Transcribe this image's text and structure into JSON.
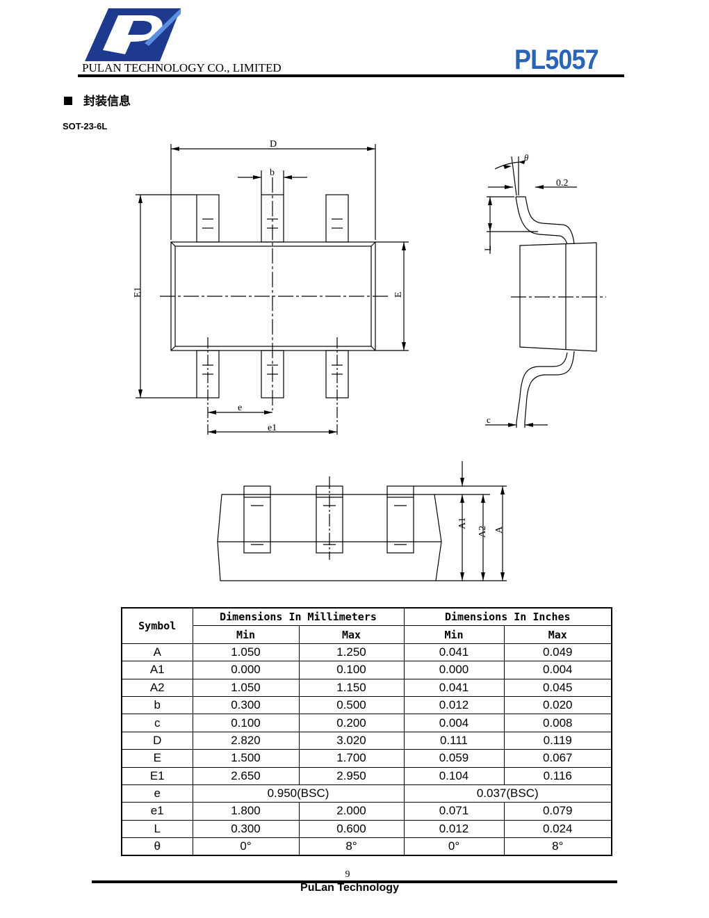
{
  "header": {
    "company": "PULAN TECHNOLOGY CO., LIMITED",
    "part_number": "PL5057"
  },
  "section": {
    "title": "封装信息",
    "package": "SOT-23-6L"
  },
  "drawing_labels": {
    "D": "D",
    "b": "b",
    "E1": "E1",
    "E": "E",
    "e": "e",
    "e1": "e1",
    "theta": "θ",
    "gauge": "0.2",
    "L": "L",
    "c": "c",
    "A1": "A1",
    "A2": "A2",
    "A": "A"
  },
  "table": {
    "symbol_header": "Symbol",
    "mm_header": "Dimensions In Millimeters",
    "in_header": "Dimensions In Inches",
    "min": "Min",
    "max": "Max",
    "rows": [
      {
        "sym": "A",
        "mm_min": "1.050",
        "mm_max": "1.250",
        "in_min": "0.041",
        "in_max": "0.049"
      },
      {
        "sym": "A1",
        "mm_min": "0.000",
        "mm_max": "0.100",
        "in_min": "0.000",
        "in_max": "0.004"
      },
      {
        "sym": "A2",
        "mm_min": "1.050",
        "mm_max": "1.150",
        "in_min": "0.041",
        "in_max": "0.045"
      },
      {
        "sym": "b",
        "mm_min": "0.300",
        "mm_max": "0.500",
        "in_min": "0.012",
        "in_max": "0.020"
      },
      {
        "sym": "c",
        "mm_min": "0.100",
        "mm_max": "0.200",
        "in_min": "0.004",
        "in_max": "0.008"
      },
      {
        "sym": "D",
        "mm_min": "2.820",
        "mm_max": "3.020",
        "in_min": "0.111",
        "in_max": "0.119"
      },
      {
        "sym": "E",
        "mm_min": "1.500",
        "mm_max": "1.700",
        "in_min": "0.059",
        "in_max": "0.067"
      },
      {
        "sym": "E1",
        "mm_min": "2.650",
        "mm_max": "2.950",
        "in_min": "0.104",
        "in_max": "0.116"
      },
      {
        "sym": "e",
        "mm_span": "0.950(BSC)",
        "in_span": "0.037(BSC)"
      },
      {
        "sym": "e1",
        "mm_min": "1.800",
        "mm_max": "2.000",
        "in_min": "0.071",
        "in_max": "0.079"
      },
      {
        "sym": "L",
        "mm_min": "0.300",
        "mm_max": "0.600",
        "in_min": "0.012",
        "in_max": "0.024"
      },
      {
        "sym": "θ",
        "mm_min": "0°",
        "mm_max": "8°",
        "in_min": "0°",
        "in_max": "8°"
      }
    ]
  },
  "footer": {
    "page": "9",
    "brand": "PuLan Technology"
  },
  "colors": {
    "brand_blue": "#2a63b8",
    "logo_dark": "#1d3a8f"
  }
}
